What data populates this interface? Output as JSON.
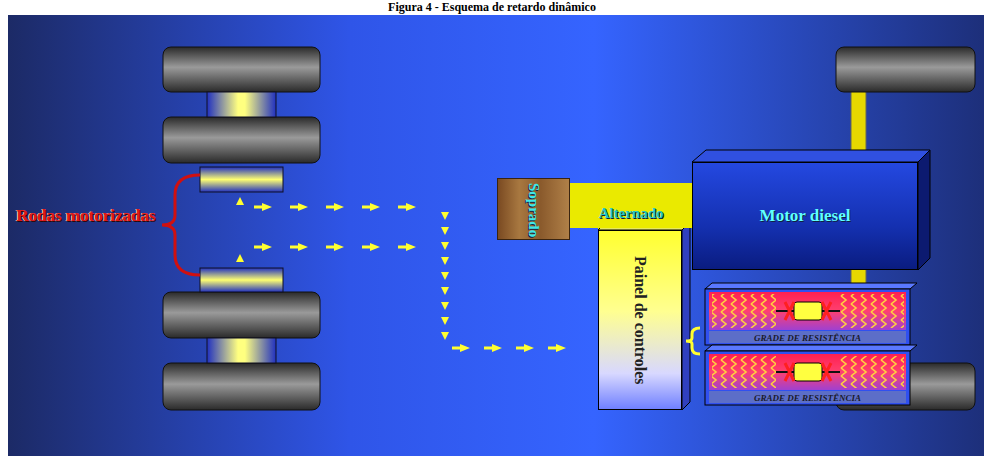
{
  "diagram": {
    "title": "Figura 4 - Esquema de retardo dinâmico",
    "nodes": [
      {
        "text": [
          "Soprado"
        ]
      },
      {
        "text": [
          "Alternado"
        ]
      },
      {
        "text": [
          "Motor diesel"
        ]
      },
      {
        "text": [
          "Painel de controles"
        ]
      },
      {
        "text": [
          "GRADE DE RESISTÊNCIA"
        ]
      },
      {
        "text": [
          "GRADE DE RESISTÊNCIA"
        ]
      }
    ],
    "labels": [
      "Rodas motorizadas"
    ]
  }
}
